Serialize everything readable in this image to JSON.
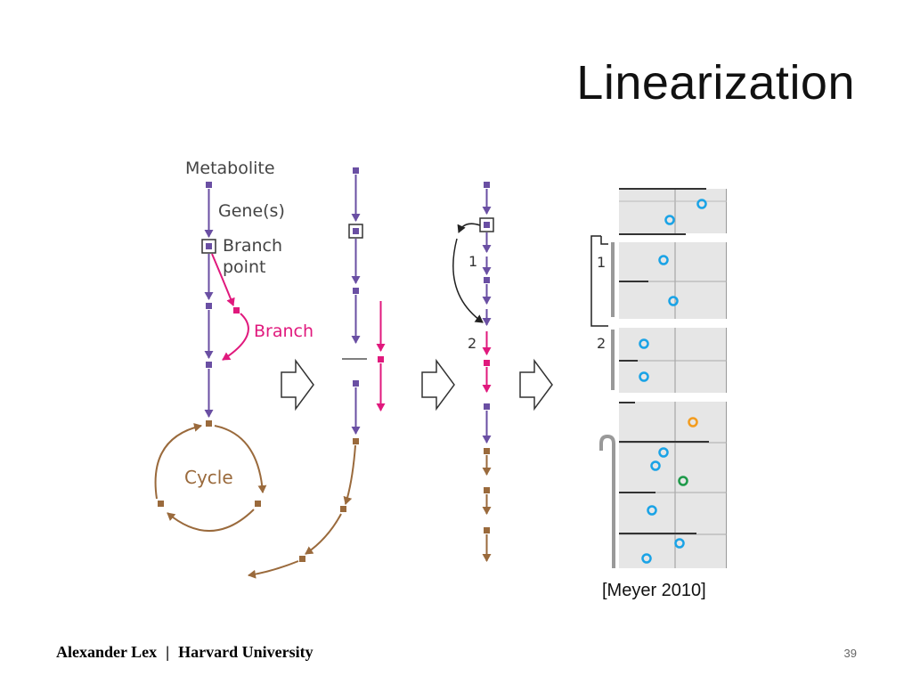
{
  "slide": {
    "title": "Linearization",
    "citation": "[Meyer 2010]",
    "footer": {
      "author": "Alexander Lex",
      "separator": "|",
      "institution": "Harvard University"
    },
    "page_number": "39"
  },
  "diagram": {
    "labels": {
      "metabolite": "Metabolite",
      "genes": "Gene(s)",
      "branch_point_1": "Branch",
      "branch_point_2": "point",
      "branch": "Branch",
      "cycle": "Cycle",
      "step_1": "1",
      "step_2": "2",
      "bracket_1": "1",
      "bracket_2": "2"
    },
    "colors": {
      "metabolite": "#6a4fa3",
      "branch": "#e0197d",
      "cycle": "#9a6a3c",
      "panel_bg": "#e6e6e6",
      "marker_blue": "#1aa3e6",
      "marker_orange": "#f39c1e",
      "marker_green": "#1e9a4a"
    }
  }
}
